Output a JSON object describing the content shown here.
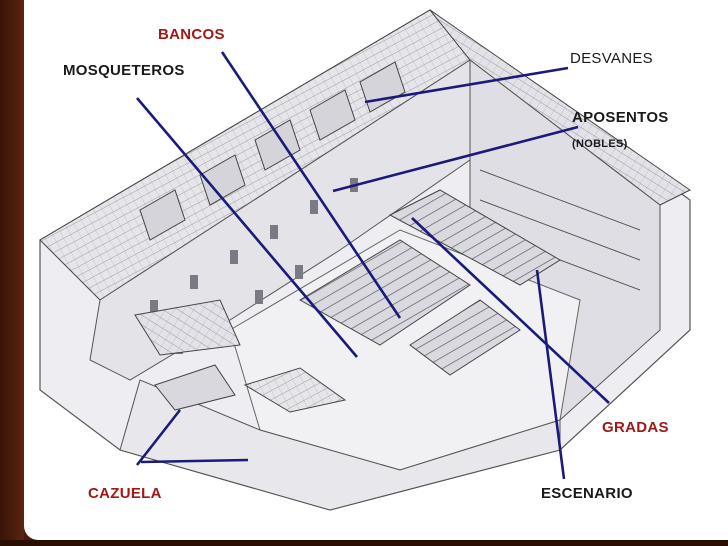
{
  "labels": {
    "bancos": "BANCOS",
    "mosqueteros": "MOSQUETEROS",
    "desvanes": "DESVANES",
    "aposentos": "APOSENTOS",
    "nobles": "(NOBLES)",
    "gradas": "GRADAS",
    "cazuela": "CAZUELA",
    "escenario": "ESCENARIO"
  },
  "colors": {
    "accent_label": "#a01818",
    "pointer_line": "#1a1a7a",
    "frame": "#4a1a08"
  }
}
